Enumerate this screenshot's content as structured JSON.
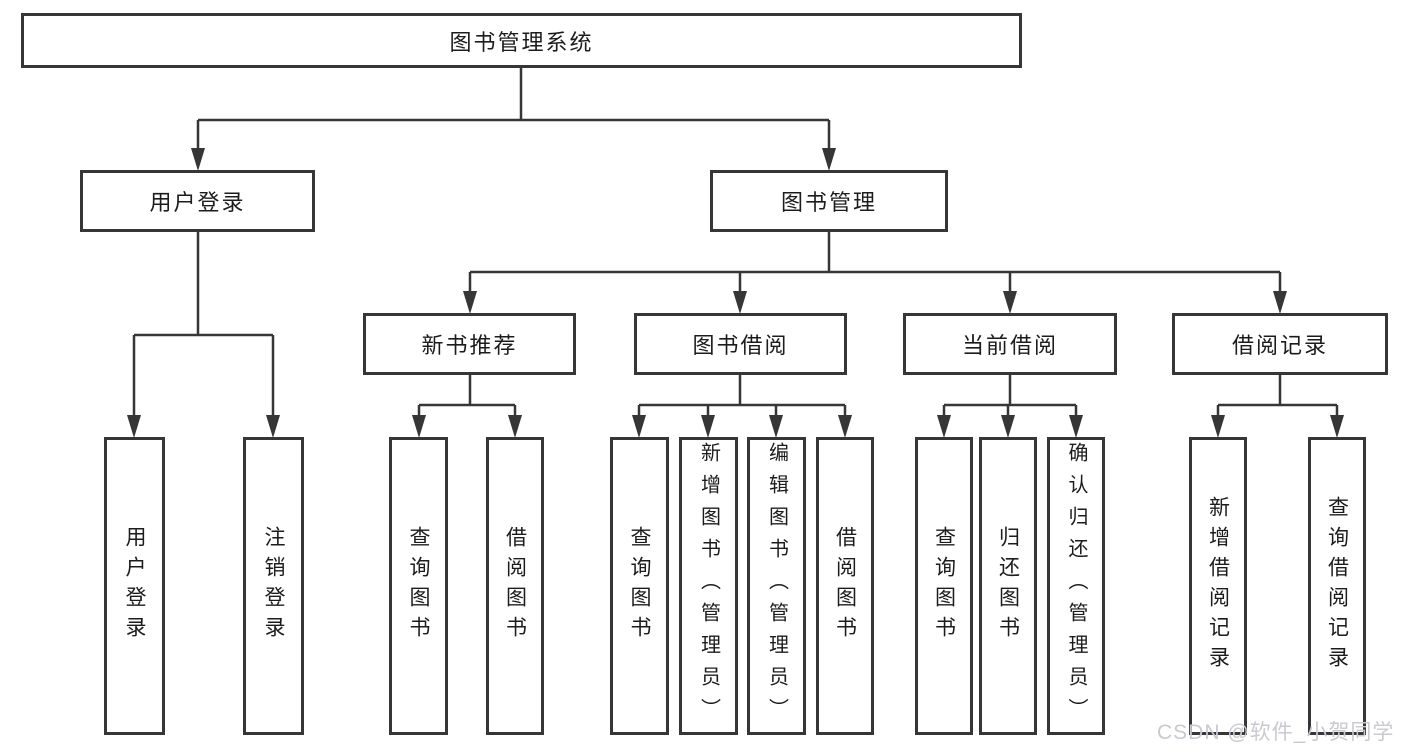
{
  "tree": {
    "label": "图书管理系统",
    "children": [
      {
        "label": "用户登录",
        "children": [
          {
            "label": "用户登录"
          },
          {
            "label": "注销登录"
          }
        ]
      },
      {
        "label": "图书管理",
        "children": [
          {
            "label": "新书推荐",
            "children": [
              {
                "label": "查询图书"
              },
              {
                "label": "借阅图书"
              }
            ]
          },
          {
            "label": "图书借阅",
            "children": [
              {
                "label": "查询图书"
              },
              {
                "label": "新增图书（管理员）"
              },
              {
                "label": "编辑图书（管理员）"
              },
              {
                "label": "借阅图书"
              }
            ]
          },
          {
            "label": "当前借阅",
            "children": [
              {
                "label": "查询图书"
              },
              {
                "label": "归还图书"
              },
              {
                "label": "确认归还（管理员）"
              }
            ]
          },
          {
            "label": "借阅记录",
            "children": [
              {
                "label": "新增借阅记录"
              },
              {
                "label": "查询借阅记录"
              }
            ]
          }
        ]
      }
    ]
  },
  "watermark": {
    "text": "CSDN @软件_小贺同学"
  },
  "colors": {
    "line": "#363636",
    "text": "#1c1c1c",
    "watermark": "#c9c9cf",
    "background": "#ffffff"
  }
}
